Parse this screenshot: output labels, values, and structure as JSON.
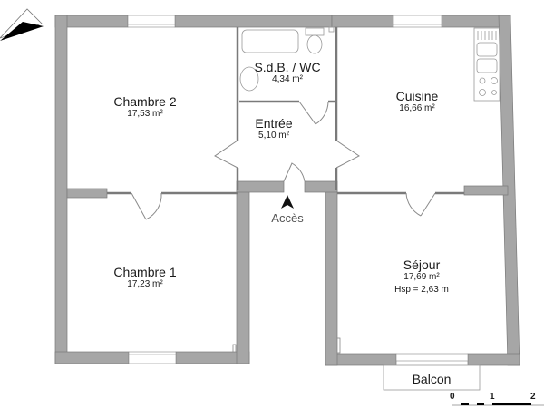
{
  "plan": {
    "wall_color": "#a6a6a6",
    "wall_outline": "#7a7a7a",
    "background": "#ffffff"
  },
  "rooms": [
    {
      "id": "chambre2",
      "name": "Chambre 2",
      "area": "17,53 m²"
    },
    {
      "id": "sdb",
      "name": "S.d.B. / WC",
      "area": "4,34 m²"
    },
    {
      "id": "cuisine",
      "name": "Cuisine",
      "area": "16,66 m²"
    },
    {
      "id": "entree",
      "name": "Entrée",
      "area": "5,10 m²"
    },
    {
      "id": "chambre1",
      "name": "Chambre 1",
      "area": "17,23 m²"
    },
    {
      "id": "sejour",
      "name": "Séjour",
      "area": "17,69 m²",
      "ceiling": "Hsp = 2,63 m"
    }
  ],
  "balcony": {
    "name": "Balcon"
  },
  "access": {
    "label": "Accès"
  },
  "scale_bar": {
    "ticks": [
      "0",
      "1",
      "2"
    ],
    "unit": "m"
  },
  "compass": {
    "icon": "north-arrow-icon"
  }
}
